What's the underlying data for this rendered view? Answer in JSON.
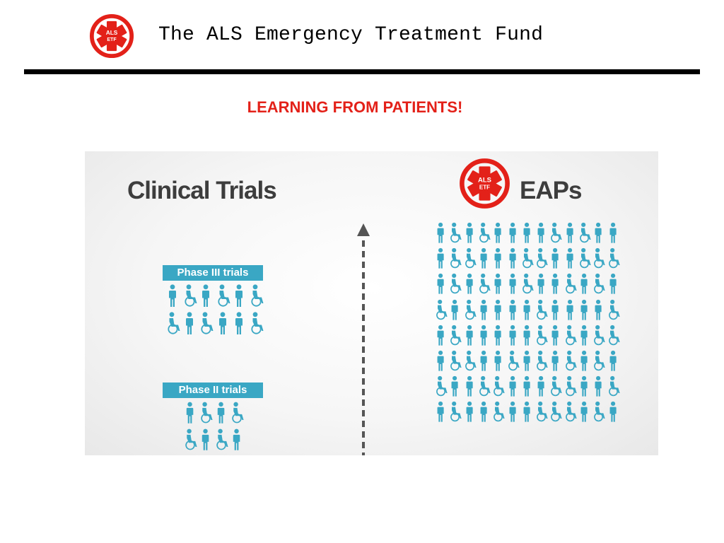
{
  "header": {
    "title": "The ALS Emergency Treatment Fund",
    "logo_text": [
      "ALS",
      "ETF"
    ]
  },
  "slide_heading": "LEARNING FROM PATIENTS!",
  "panel": {
    "left_title": "Clinical Trials",
    "right_title": "EAPs",
    "logo_text": [
      "ALS",
      "ETF"
    ],
    "phase3": {
      "label": "Phase III trials",
      "rows": [
        "WSWSWS",
        "SWSWWS"
      ]
    },
    "phase2": {
      "label": "Phase II trials",
      "rows": [
        "WSWS",
        "SWSW"
      ]
    },
    "eaps": {
      "rows": [
        "WSWSWWWWSWSWW",
        "WSSWWWSSWWSSS",
        "WSWSWWSWWSWSW",
        "SWSWWWWSWWWWS",
        "WSWWWWWSWSWSS",
        "WSSWWSWSWSWSW",
        "SWWSSWWWSSWWS",
        "WSWWSWWSSSWSW"
      ]
    }
  },
  "colors": {
    "brand_red": "#e32119",
    "people": "#3aa7c4",
    "panel_title": "#3d3d3d",
    "rule": "#000000"
  },
  "icons": {
    "walking": "standing-person-icon",
    "seated": "wheelchair-person-icon"
  }
}
